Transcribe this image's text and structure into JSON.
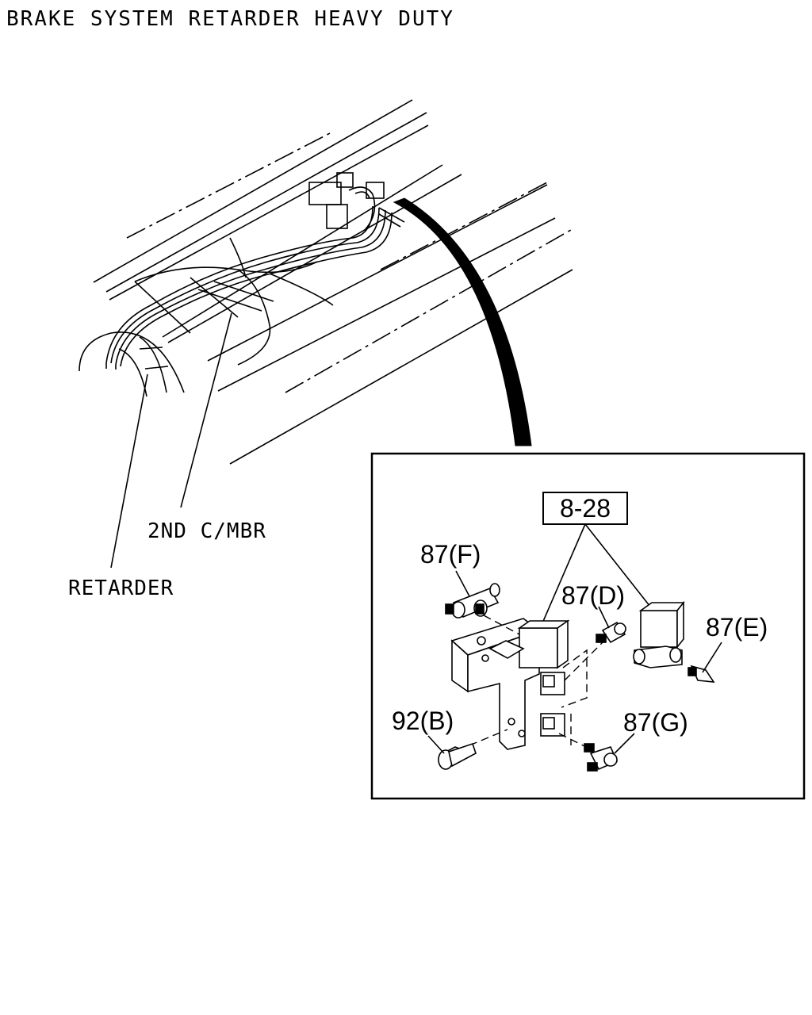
{
  "title": "BRAKE SYSTEM RETARDER HEAVY DUTY",
  "labels": {
    "retarder": "RETARDER",
    "second_cross_member": "2ND C/MBR"
  },
  "detail": {
    "group_ref": "8-28",
    "parts": {
      "f": "87(F)",
      "d": "87(D)",
      "e": "87(E)",
      "b": "92(B)",
      "g": "87(G)"
    }
  },
  "colors": {
    "line": "#000000",
    "background": "#ffffff"
  }
}
